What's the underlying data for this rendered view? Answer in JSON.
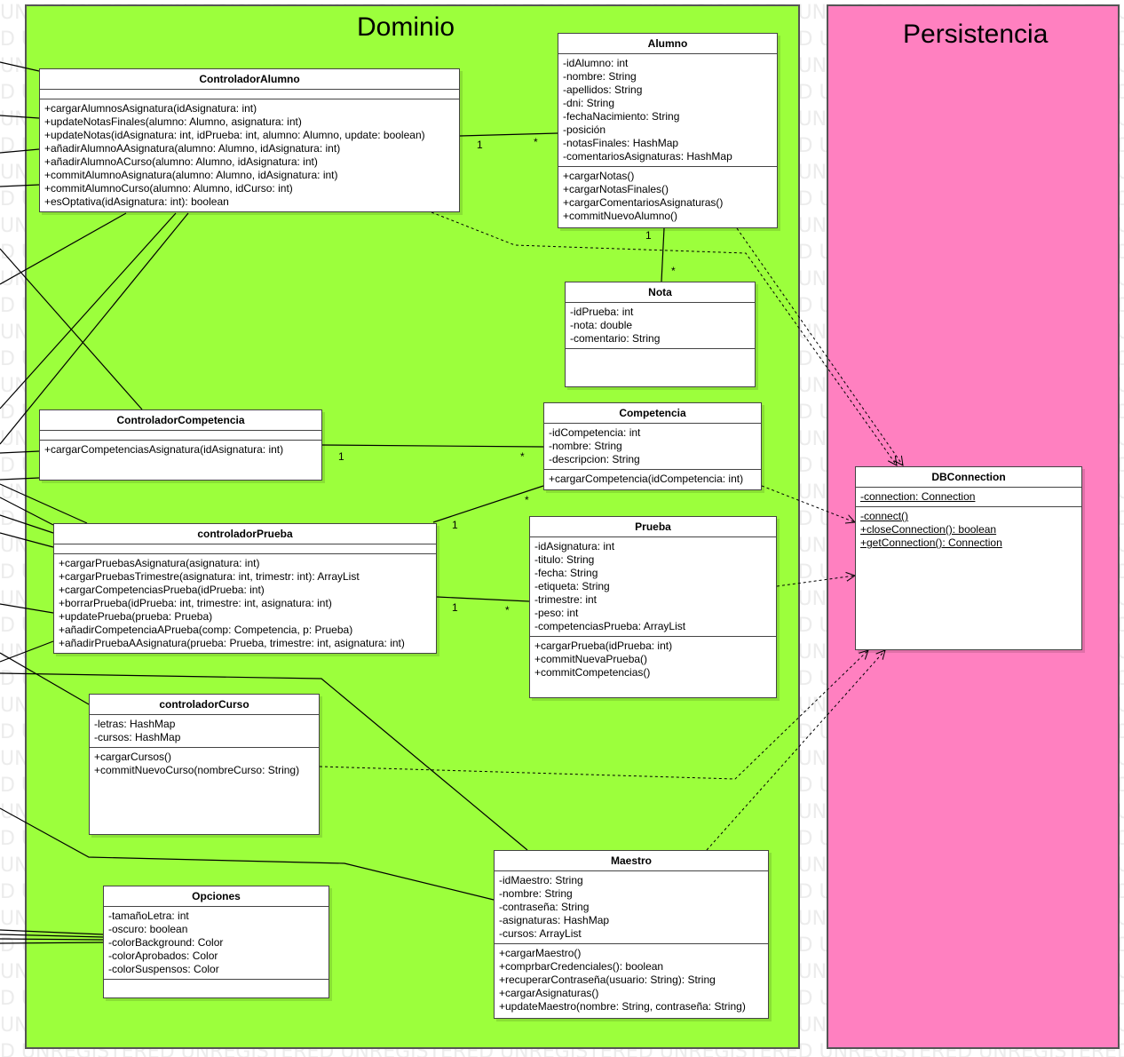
{
  "watermark_text": "UNREGISTERED",
  "packages": {
    "dominio": {
      "title": "Dominio",
      "color": "#9cff3c"
    },
    "persistencia": {
      "title": "Persistencia",
      "color": "#ff80c0"
    }
  },
  "classes": {
    "controlador_alumno": {
      "name": "ControladorAlumno",
      "attributes": [],
      "operations": [
        "+cargarAlumnosAsignatura(idAsignatura: int)",
        "+updateNotasFinales(alumno: Alumno, asignatura: int)",
        "+updateNotas(idAsignatura: int, idPrueba: int, alumno: Alumno, update: boolean)",
        "+añadirAlumnoAAsignatura(alumno: Alumno, idAsignatura: int)",
        "+añadirAlumnoACurso(alumno: Alumno, idAsignatura: int)",
        "+commitAlumnoAsignatura(alumno: Alumno, idAsignatura: int)",
        "+commitAlumnoCurso(alumno: Alumno, idCurso: int)",
        "+esOptativa(idAsignatura: int): boolean"
      ]
    },
    "alumno": {
      "name": "Alumno",
      "attributes": [
        "-idAlumno: int",
        "-nombre: String",
        "-apellidos: String",
        "-dni: String",
        "-fechaNacimiento: String",
        "-posición",
        "-notasFinales: HashMap",
        "-comentariosAsignaturas: HashMap"
      ],
      "operations": [
        "+cargarNotas()",
        "+cargarNotasFinales()",
        "+cargarComentariosAsignaturas()",
        "+commitNuevoAlumno()"
      ]
    },
    "nota": {
      "name": "Nota",
      "attributes": [
        "-idPrueba: int",
        "-nota: double",
        "-comentario: String"
      ],
      "operations": []
    },
    "controlador_competencia": {
      "name": "ControladorCompetencia",
      "attributes": [],
      "operations": [
        "+cargarCompetenciasAsignatura(idAsignatura: int)"
      ]
    },
    "competencia": {
      "name": "Competencia",
      "attributes": [
        "-idCompetencia: int",
        "-nombre: String",
        "-descripcion: String"
      ],
      "operations": [
        "+cargarCompetencia(idCompetencia: int)"
      ]
    },
    "controlador_prueba": {
      "name": "controladorPrueba",
      "attributes": [],
      "operations": [
        "+cargarPruebasAsignatura(asignatura: int)",
        "+cargarPruebasTrimestre(asignatura: int, trimestr: int): ArrayList",
        "+cargarCompetenciasPrueba(idPrueba: int)",
        "+borrarPrueba(idPrueba: int, trimestre: int, asignatura: int)",
        "+updatePrueba(prueba: Prueba)",
        "+añadirCompetenciaAPrueba(comp: Competencia, p: Prueba)",
        "+añadirPruebaAAsignatura(prueba: Prueba, trimestre: int, asignatura: int)"
      ]
    },
    "prueba": {
      "name": "Prueba",
      "attributes": [
        "-idAsignatura: int",
        "-titulo: String",
        "-fecha: String",
        "-etiqueta: String",
        "-trimestre: int",
        "-peso: int",
        "-competenciasPrueba: ArrayList"
      ],
      "operations": [
        "+cargarPrueba(idPrueba: int)",
        "+commitNuevaPrueba()",
        "+commitCompetencias()"
      ]
    },
    "controlador_curso": {
      "name": "controladorCurso",
      "attributes": [
        "-letras: HashMap",
        "-cursos: HashMap"
      ],
      "operations": [
        "+cargarCursos()",
        "+commitNuevoCurso(nombreCurso: String)"
      ]
    },
    "opciones": {
      "name": "Opciones",
      "attributes": [
        "-tamañoLetra: int",
        "-oscuro: boolean",
        "-colorBackground: Color",
        "-colorAprobados: Color",
        "-colorSuspensos: Color"
      ],
      "operations": []
    },
    "maestro": {
      "name": "Maestro",
      "attributes": [
        "-idMaestro: String",
        "-nombre: String",
        "-contraseña: String",
        "-asignaturas: HashMap",
        "-cursos: ArrayList"
      ],
      "operations": [
        "+cargarMaestro()",
        "+comprbarCredenciales(): boolean",
        "+recuperarContraseña(usuario: String): String",
        "+cargarAsignaturas()",
        "+updateMaestro(nombre: String, contraseña: String)"
      ]
    },
    "dbconnection": {
      "name": "DBConnection",
      "attributes": [
        "-connection: Connection"
      ],
      "operations": [
        "-connect()",
        "+closeConnection(): boolean",
        "+getConnection(): Connection"
      ]
    }
  },
  "multiplicities": {
    "ctrl_alumno_alumno_1": "1",
    "ctrl_alumno_alumno_many": "*",
    "alumno_nota_1": "1",
    "alumno_nota_many": "*",
    "ctrl_comp_comp_1": "1",
    "ctrl_comp_comp_many": "*",
    "ctrl_prueba_comp_1": "1",
    "ctrl_prueba_comp_many": "*",
    "ctrl_prueba_prueba_1": "1",
    "ctrl_prueba_prueba_many": "*"
  }
}
